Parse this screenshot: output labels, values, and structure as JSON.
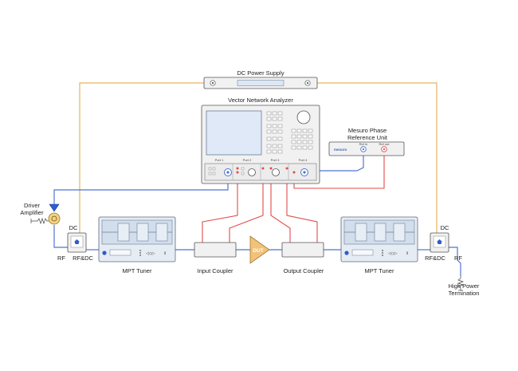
{
  "labels": {
    "dc_power_supply": "DC Power Supply",
    "vna": "Vector Network Analyzer",
    "mesuro_title_1": "Mesuro Phase",
    "mesuro_title_2": "Reference Unit",
    "mesuro_logo": "mesuro",
    "mesuro_ref_in": "Ref In",
    "mesuro_ref_out": "Ref out",
    "port1": "Port 1",
    "port2": "Port 2",
    "port3": "Port 3",
    "port4": "Port 4",
    "driver_amplifier_1": "Driver",
    "driver_amplifier_2": "Amplifier",
    "dc_left": "DC",
    "dc_right": "DC",
    "rf_left": "RF",
    "rfdc_left": "RF&DC",
    "rfdc_right": "RF&DC",
    "rf_right": "RF",
    "mpt_tuner_left": "MPT Tuner",
    "mpt_tuner_right": "MPT Tuner",
    "input_coupler": "Input Coupler",
    "output_coupler": "Output Coupler",
    "dut": "DUT",
    "termination_1": "High Power",
    "termination_2": "Termination"
  },
  "colors": {
    "dc_wire": "#e6b35a",
    "rf_wire": "#4f74d2",
    "coupled_wire": "#e24b4b",
    "dut_fill": "#f2c27a"
  }
}
